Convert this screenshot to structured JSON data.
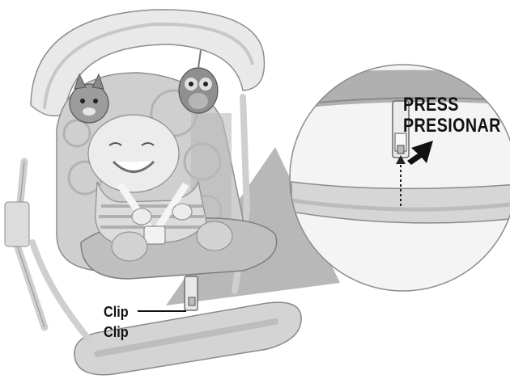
{
  "labels": {
    "press": "PRESS",
    "presionar": "PRESIONAR",
    "clip_en": "Clip",
    "clip_es": "Clip"
  },
  "colors": {
    "frame": "#d9d9d9",
    "frame_shadow": "#a9a9a9",
    "seat": "#c8c8c8",
    "callout_fill": "#b5b5b5",
    "ink": "#111111"
  }
}
